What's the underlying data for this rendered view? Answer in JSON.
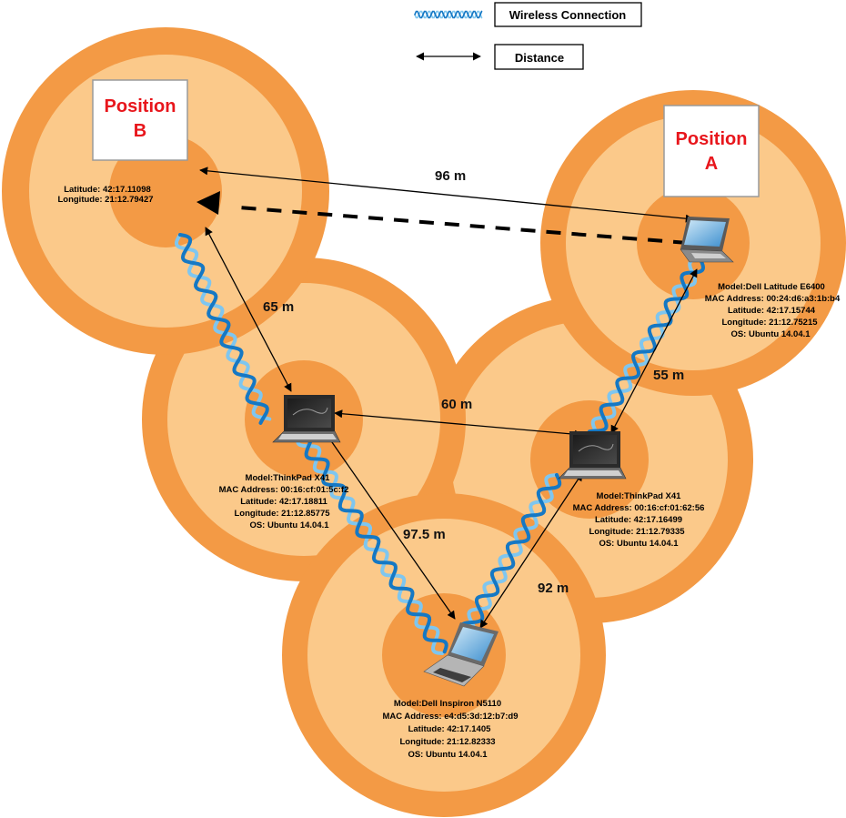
{
  "legend": {
    "wireless_label": "Wireless Connection",
    "distance_label": "Distance"
  },
  "positions": {
    "b": {
      "line1": "Position",
      "line2": "B",
      "latitude": "Latitude: 42:17.11098",
      "longitude": "Longitude: 21:12.79427"
    },
    "a": {
      "line1": "Position",
      "line2": "A"
    }
  },
  "nodes": {
    "dell_e6400": {
      "lines": [
        "Model:Dell Latitude E6400",
        "MAC Address: 00:24:d6:a3:1b:b4",
        "Latitude: 42:17.15744",
        "Longitude: 21:12.75215",
        "OS: Ubuntu 14.04.1"
      ]
    },
    "thinkpad_left": {
      "lines": [
        "Model:ThinkPad X41",
        "MAC Address: 00:16:cf:01:5c:f2",
        "Latitude: 42:17.18811",
        "Longitude: 21:12.85775",
        "OS: Ubuntu 14.04.1"
      ]
    },
    "thinkpad_right": {
      "lines": [
        "Model:ThinkPad X41",
        "MAC Address: 00:16:cf:01:62:56",
        "Latitude: 42:17.16499",
        "Longitude: 21:12.79335",
        "OS: Ubuntu 14.04.1"
      ]
    },
    "dell_n5110": {
      "lines": [
        "Model:Dell Inspiron N5110",
        "MAC Address: e4:d5:3d:12:b7:d9",
        "Latitude: 42:17.1405",
        "Longitude: 21:12.82333",
        "OS: Ubuntu 14.04.1"
      ]
    }
  },
  "distances": {
    "b_to_a": "96 m",
    "b_to_thinkpad_left": "65 m",
    "thinkpad_left_to_right": "60 m",
    "a_to_thinkpad_right": "55 m",
    "thinkpad_left_to_n5110": "97.5 m",
    "thinkpad_right_to_n5110": "92 m"
  },
  "colors": {
    "outer_ring": "#f39a45",
    "middle_ring": "#fbc98a",
    "inner_core": "#f39a45",
    "wireless_light": "#7fc6ef",
    "wireless_dark": "#1578c4",
    "position_text": "#e8161c"
  }
}
